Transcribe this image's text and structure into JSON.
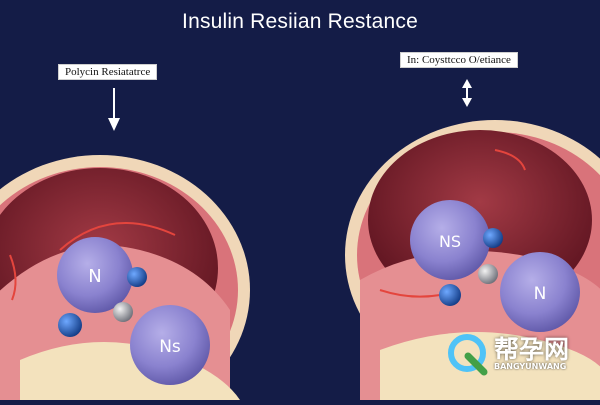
{
  "title": "Insulin Resiian Restance",
  "labels": {
    "left": "Polycin Resiatatrce",
    "right": "In: Coysttcco O/etiance"
  },
  "cells": {
    "left_top": "N",
    "left_bottom": "Ns",
    "right_top": "NS",
    "right_bottom": "N"
  },
  "watermark": {
    "chinese": "帮孕网",
    "english": "BANGYUNWANG"
  },
  "colors": {
    "background": "#141c47",
    "cell_nucleus": "#8a82cf",
    "tissue_pink": "#d9737a",
    "tissue_dark": "#7a1f2a",
    "bead_blue": "#1e5fb8"
  },
  "icons": {
    "left_arrow": "arrow-down-icon",
    "right_arrow": "double-arrow-vertical-icon",
    "watermark_logo": "q-logo-icon"
  }
}
